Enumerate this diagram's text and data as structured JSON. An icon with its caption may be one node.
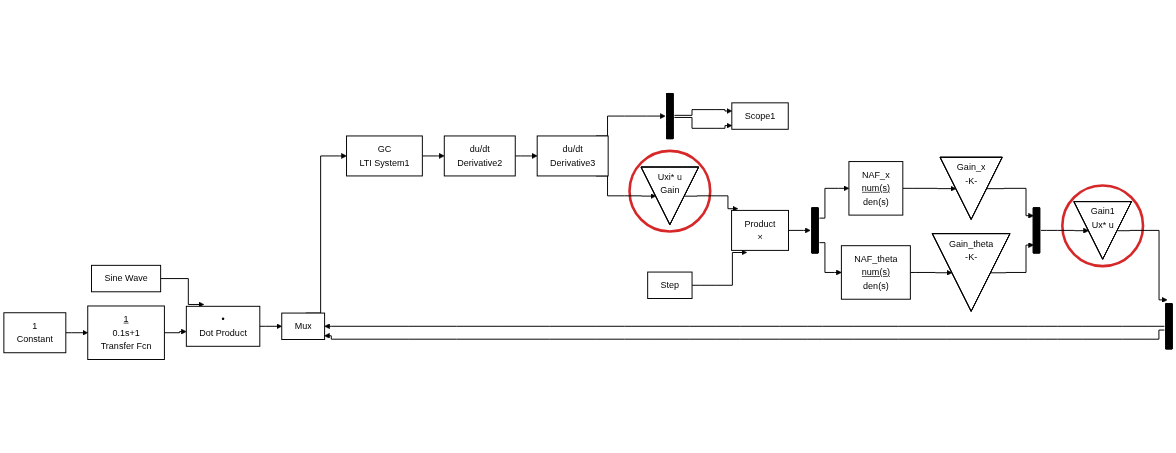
{
  "diagram": {
    "nodes": [
      {
        "text": [
          "Sine Wave"
        ]
      },
      {
        "text": [
          "•",
          "Dot Product"
        ]
      },
      {
        "text": [
          "1",
          "Constant"
        ]
      },
      {
        "text": [
          "1",
          "0.1s+1",
          "Transfer Fcn"
        ]
      },
      {
        "text": [
          "Mux"
        ]
      },
      {
        "text": [
          "GC",
          "LTI System1"
        ]
      },
      {
        "text": [
          "du/dt",
          "Derivative2"
        ]
      },
      {
        "text": [
          "du/dt",
          "Derivative3"
        ]
      },
      {
        "text": [],
        "shape": "bar"
      },
      {
        "text": [
          "Scope1"
        ]
      },
      {
        "text": [],
        "shape": "circle"
      },
      {
        "text": [
          "Uxi* u",
          "Gain"
        ],
        "in": 10
      },
      {
        "text": [
          "Step"
        ]
      },
      {
        "text": [
          "Product",
          "×"
        ]
      },
      {
        "text": [],
        "shape": "bar"
      },
      {
        "text": [],
        "shape": "circle"
      },
      {
        "text": [
          "Gain1",
          "Ux* u"
        ],
        "in": 15
      },
      {
        "text": [],
        "shape": "bar"
      },
      {
        "text": [
          "Gain_x",
          "-K-"
        ]
      },
      {
        "text": [
          "NAF_x",
          "num(s)",
          "den(s)"
        ]
      },
      {
        "text": [],
        "shape": "bar"
      },
      {
        "text": [
          "Gain_theta",
          "-K-"
        ]
      },
      {
        "text": [
          "NAF_theta",
          "num(s)",
          "den(s)"
        ]
      }
    ],
    "edges": [
      {
        "from": 0,
        "to": 1,
        "arrow": "to"
      },
      {
        "from": 2,
        "to": 3,
        "arrow": "to"
      },
      {
        "from": 3,
        "to": 1,
        "arrow": "to"
      },
      {
        "from": 1,
        "to": 4,
        "arrow": "to"
      },
      {
        "from": 14,
        "to": 4,
        "arrow": "to"
      },
      {
        "from": 14,
        "to": 4,
        "arrow": "to"
      },
      {
        "from": 4,
        "to": 5,
        "arrow": "to"
      },
      {
        "from": 5,
        "to": 6,
        "arrow": "to"
      },
      {
        "from": 6,
        "to": 7,
        "arrow": "to"
      },
      {
        "from": 7,
        "to": 8,
        "arrow": "to"
      },
      {
        "from": 7,
        "to": 11,
        "arrow": "to"
      },
      {
        "from": 8,
        "to": 9,
        "arrow": "to"
      },
      {
        "from": 8,
        "to": 9,
        "arrow": "to"
      },
      {
        "from": 11,
        "to": 13,
        "arrow": "to"
      },
      {
        "from": 12,
        "to": 13,
        "arrow": "to"
      },
      {
        "from": 13,
        "to": 20,
        "arrow": "to"
      },
      {
        "from": 20,
        "to": 19,
        "arrow": "to"
      },
      {
        "from": 20,
        "to": 22,
        "arrow": "to"
      },
      {
        "from": 19,
        "to": 18,
        "arrow": "to"
      },
      {
        "from": 22,
        "to": 21,
        "arrow": "to"
      },
      {
        "from": 18,
        "to": 17,
        "arrow": "to"
      },
      {
        "from": 21,
        "to": 17,
        "arrow": "to"
      },
      {
        "from": 17,
        "to": 16,
        "arrow": "to"
      },
      {
        "from": 16,
        "to": 14,
        "arrow": "to"
      }
    ]
  }
}
